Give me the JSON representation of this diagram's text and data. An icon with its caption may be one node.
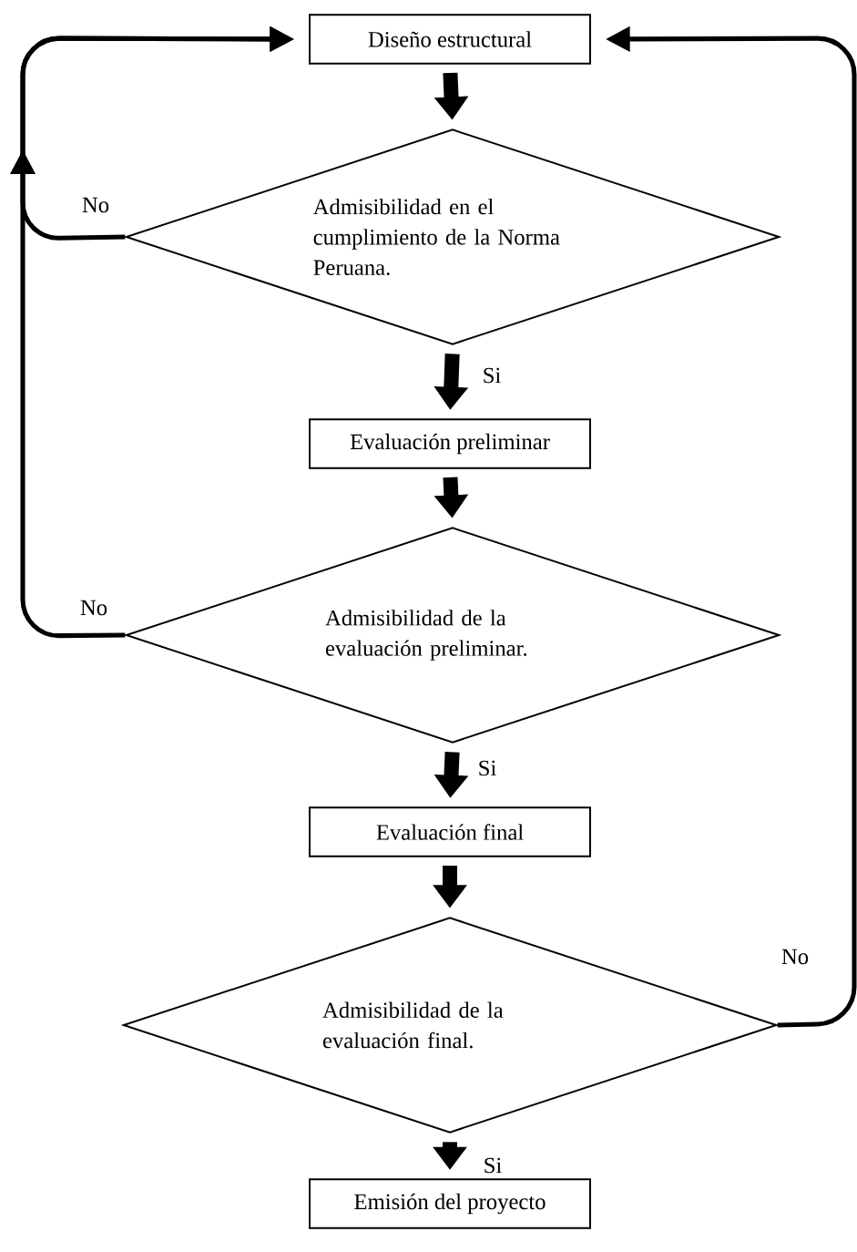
{
  "diagram": {
    "nodes": [
      {
        "text": [
          "Diseño estructural"
        ]
      },
      {
        "text": [
          "Admisibilidad en el cumplimiento de la Norma Peruana."
        ]
      },
      {
        "text": [
          "Evaluación preliminar"
        ]
      },
      {
        "text": [
          "Admisibilidad de la evaluación preliminar."
        ]
      },
      {
        "text": [
          "Evaluación final"
        ]
      },
      {
        "text": [
          "Admisibilidad de la evaluación final."
        ]
      },
      {
        "text": [
          "Emisión del proyecto"
        ]
      }
    ],
    "edges": [
      {
        "from": 0,
        "to": 1,
        "arrow": "to"
      },
      {
        "from": 1,
        "to": 2,
        "arrow": "to",
        "label": "Si"
      },
      {
        "from": 2,
        "to": 3,
        "arrow": "to"
      },
      {
        "from": 3,
        "to": 4,
        "arrow": "to",
        "label": "Si"
      },
      {
        "from": 4,
        "to": 5,
        "arrow": "to"
      },
      {
        "from": 5,
        "to": 6,
        "arrow": "to",
        "label": "Si"
      },
      {
        "from": 1,
        "to": 0,
        "arrow": "to",
        "label": "No"
      },
      {
        "from": 3,
        "to": 0,
        "arrow": "to",
        "label": "No"
      },
      {
        "from": 5,
        "to": 0,
        "arrow": "to",
        "label": "No"
      }
    ]
  }
}
